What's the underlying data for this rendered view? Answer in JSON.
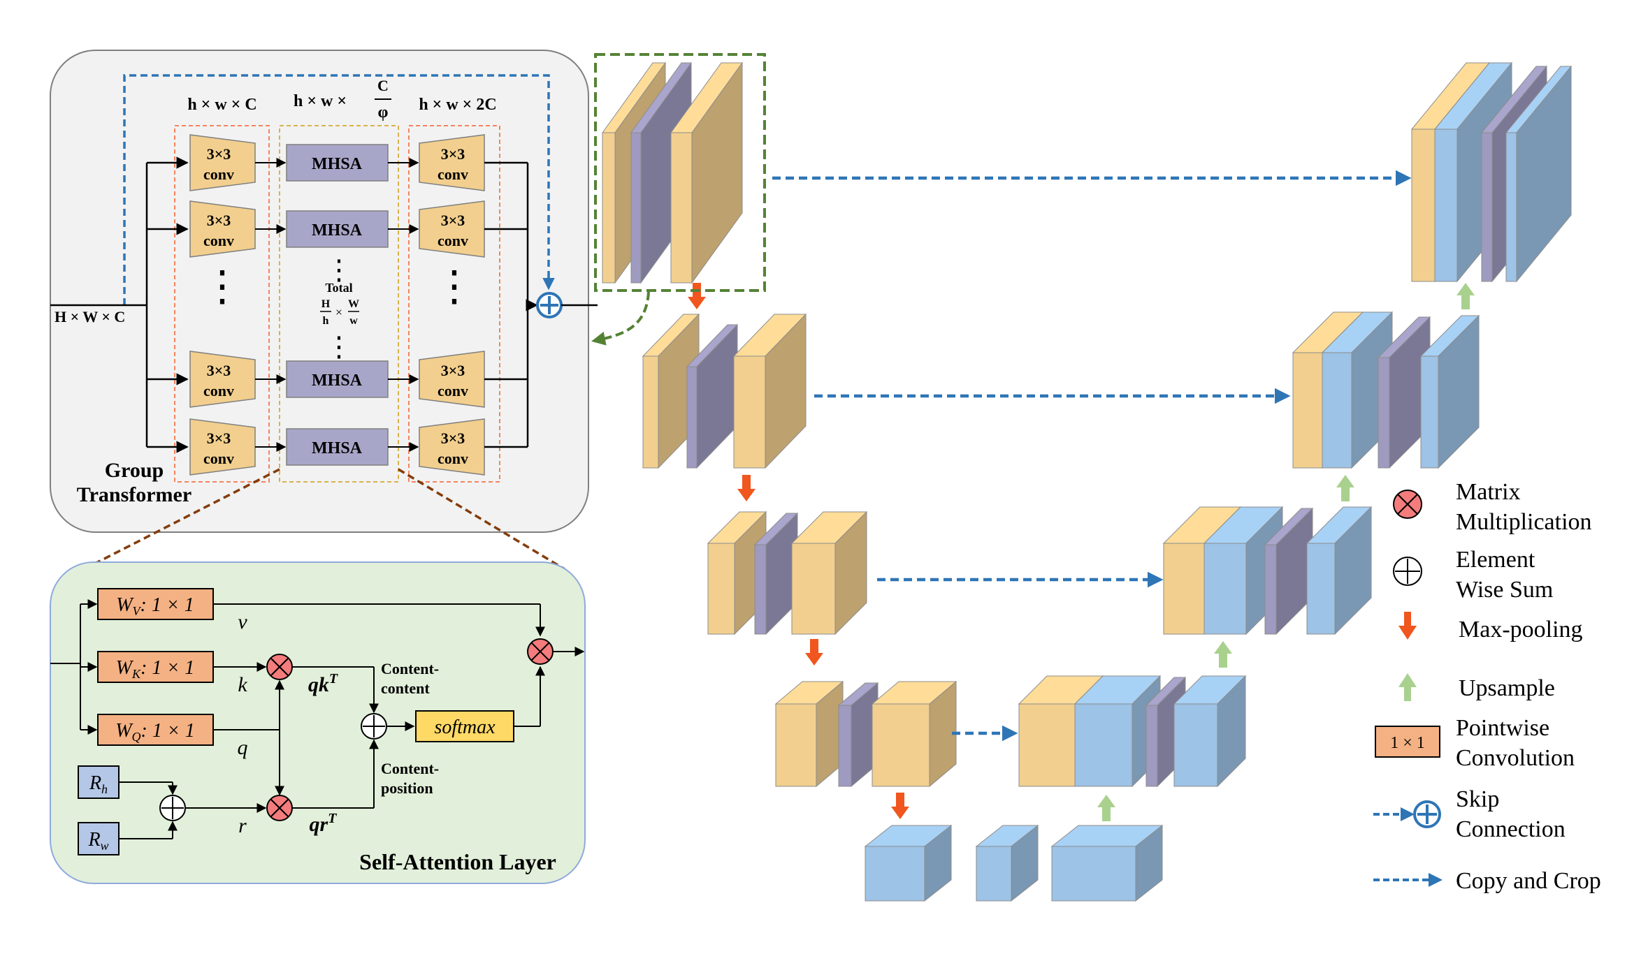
{
  "group": {
    "title_line1": "Group",
    "title_line2": "Transformer",
    "input_label": "H × W × C",
    "col1_header": "h × w × C",
    "col2_header_prefix": "h × w ×",
    "col2_header_num": "C",
    "col2_header_den": "φ",
    "col3_header": "h × w × 2C",
    "conv_line1": "3×3",
    "conv_line2": "conv",
    "mhsa_label": "MHSA",
    "total_label": "Total",
    "total_h_num": "H",
    "total_h_den": "h",
    "total_times": "×",
    "total_w_num": "W",
    "total_w_den": "w",
    "vdots": "⋮"
  },
  "attention": {
    "title": "Self-Attention Layer",
    "wv_label": "W_V: 1 × 1",
    "wk_label": "W_K: 1 × 1",
    "wq_label": "W_Q: 1 × 1",
    "v_label": "v",
    "k_label": "k",
    "q_label": "q",
    "r_label": "r",
    "qkt_label": "qk^T",
    "qrt_label": "qr^T",
    "rh_label": "R_h",
    "rw_label": "R_w",
    "softmax_label": "softmax",
    "content_content_1": "Content-",
    "content_content_2": "content",
    "content_position_1": "Content-",
    "content_position_2": "position"
  },
  "legend": {
    "matrix_mult_1": "Matrix",
    "matrix_mult_2": "Multiplication",
    "element_sum_1": "Element",
    "element_sum_2": "Wise Sum",
    "maxpool": "Max-pooling",
    "upsample": "Upsample",
    "pointwise_box": "1 × 1",
    "pointwise_1": "Pointwise",
    "pointwise_2": "Convolution",
    "skip_1": "Skip",
    "skip_2": "Connection",
    "copy_crop": "Copy and Crop"
  },
  "colors": {
    "conv_tan": "#F2CF8E",
    "conv_tan_dark": "#C9A468",
    "mhsa_purple": "#A8A6C8",
    "skip_blue": "#2E75B6",
    "cube_blue": "#9DC3E6",
    "cube_blue_dark": "#6E93B8",
    "maxpool_red": "#F0561E",
    "upsample_green": "#A9D18E",
    "pointwise_orange": "#F4B183",
    "softmax_yellow": "#FFD966",
    "r_box_blue": "#B4C7E7",
    "multiply_red": "#F47C7C",
    "panel_gray": "#F2F2F2",
    "panel_green": "#E2EFDA",
    "highlight_green": "#548235"
  }
}
